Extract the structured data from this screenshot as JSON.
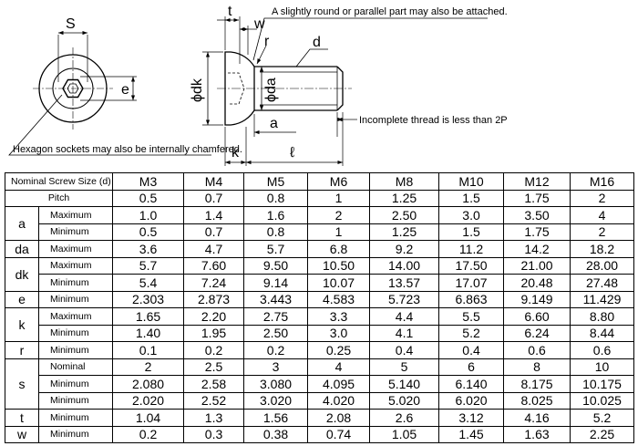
{
  "drawing": {
    "notes": {
      "round_part": "A slightly round or parallel part may also be attached.",
      "hex_socket": "Hexagon sockets may also be internally chamfered.",
      "thread": "Incomplete thread is less than 2P"
    },
    "labels": {
      "S": "S",
      "e": "e",
      "t": "t",
      "w": "w",
      "r": "r",
      "d": "d",
      "dk": "ϕdk",
      "da": "ϕda",
      "a": "a",
      "k": "k",
      "l": "ℓ"
    }
  },
  "table": {
    "header_label": "Nominal Screw Size (d)",
    "sizes": [
      "M3",
      "M4",
      "M5",
      "M6",
      "M8",
      "M10",
      "M12",
      "M16"
    ],
    "pitch_label": "Pitch",
    "pitch": [
      "0.5",
      "0.7",
      "0.8",
      "1",
      "1.25",
      "1.5",
      "1.75",
      "2"
    ],
    "groups": [
      {
        "symbol": "a",
        "rows": [
          {
            "label": "Maximum",
            "values": [
              "1.0",
              "1.4",
              "1.6",
              "2",
              "2.50",
              "3.0",
              "3.50",
              "4"
            ]
          },
          {
            "label": "Minimum",
            "values": [
              "0.5",
              "0.7",
              "0.8",
              "1",
              "1.25",
              "1.5",
              "1.75",
              "2"
            ]
          }
        ]
      },
      {
        "symbol": "da",
        "rows": [
          {
            "label": "Maximum",
            "values": [
              "3.6",
              "4.7",
              "5.7",
              "6.8",
              "9.2",
              "11.2",
              "14.2",
              "18.2"
            ]
          }
        ]
      },
      {
        "symbol": "dk",
        "rows": [
          {
            "label": "Maximum",
            "values": [
              "5.7",
              "7.60",
              "9.50",
              "10.50",
              "14.00",
              "17.50",
              "21.00",
              "28.00"
            ]
          },
          {
            "label": "Minimum",
            "values": [
              "5.4",
              "7.24",
              "9.14",
              "10.07",
              "13.57",
              "17.07",
              "20.48",
              "27.48"
            ]
          }
        ]
      },
      {
        "symbol": "e",
        "rows": [
          {
            "label": "Minimum",
            "values": [
              "2.303",
              "2.873",
              "3.443",
              "4.583",
              "5.723",
              "6.863",
              "9.149",
              "11.429"
            ]
          }
        ]
      },
      {
        "symbol": "k",
        "rows": [
          {
            "label": "Maximum",
            "values": [
              "1.65",
              "2.20",
              "2.75",
              "3.3",
              "4.4",
              "5.5",
              "6.60",
              "8.80"
            ]
          },
          {
            "label": "Minimum",
            "values": [
              "1.40",
              "1.95",
              "2.50",
              "3.0",
              "4.1",
              "5.2",
              "6.24",
              "8.44"
            ]
          }
        ]
      },
      {
        "symbol": "r",
        "rows": [
          {
            "label": "Minimum",
            "values": [
              "0.1",
              "0.2",
              "0.2",
              "0.25",
              "0.4",
              "0.4",
              "0.6",
              "0.6"
            ]
          }
        ]
      },
      {
        "symbol": "s",
        "rows": [
          {
            "label": "Nominal",
            "values": [
              "2",
              "2.5",
              "3",
              "4",
              "5",
              "6",
              "8",
              "10"
            ]
          },
          {
            "label": "Minimum",
            "values": [
              "2.080",
              "2.58",
              "3.080",
              "4.095",
              "5.140",
              "6.140",
              "8.175",
              "10.175"
            ]
          },
          {
            "label": "Minimum",
            "values": [
              "2.020",
              "2.52",
              "3.020",
              "4.020",
              "5.020",
              "6.020",
              "8.025",
              "10.025"
            ]
          }
        ]
      },
      {
        "symbol": "t",
        "rows": [
          {
            "label": "Minimum",
            "values": [
              "1.04",
              "1.3",
              "1.56",
              "2.08",
              "2.6",
              "3.12",
              "4.16",
              "5.2"
            ]
          }
        ]
      },
      {
        "symbol": "w",
        "rows": [
          {
            "label": "Minimum",
            "values": [
              "0.2",
              "0.3",
              "0.38",
              "0.74",
              "1.05",
              "1.45",
              "1.63",
              "2.25"
            ]
          }
        ]
      }
    ]
  }
}
